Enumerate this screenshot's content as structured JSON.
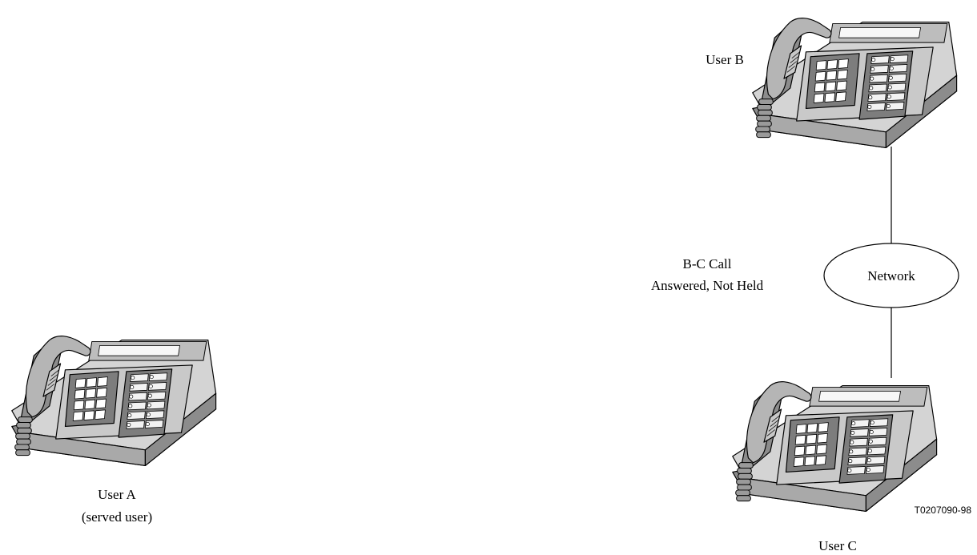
{
  "diagram": {
    "users": [
      {
        "id": "a",
        "name": "User A",
        "note": "(served user)"
      },
      {
        "id": "b",
        "name": "User B",
        "note": ""
      },
      {
        "id": "c",
        "name": "User C",
        "note": ""
      }
    ],
    "network_label": "Network",
    "call_label_line1": "B-C Call",
    "call_label_line2": "Answered, Not Held",
    "figure_code": "T0207090-98"
  }
}
